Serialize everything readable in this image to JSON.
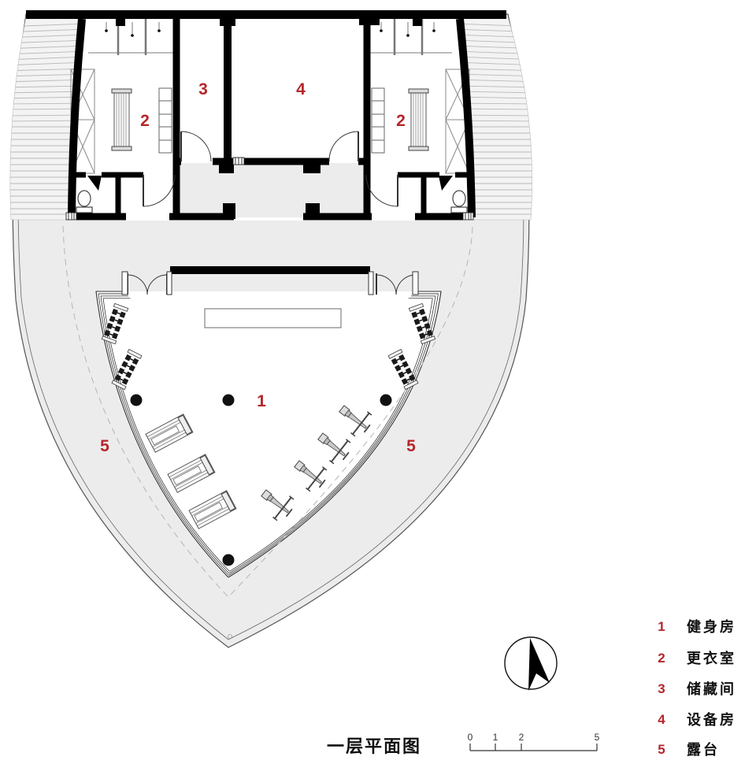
{
  "title": "一层平面图",
  "legend": {
    "items": [
      {
        "num": "1",
        "label": "健身房"
      },
      {
        "num": "2",
        "label": "更衣室"
      },
      {
        "num": "3",
        "label": "储藏间"
      },
      {
        "num": "4",
        "label": "设备房"
      },
      {
        "num": "5",
        "label": "露台"
      }
    ]
  },
  "plan_labels": {
    "room1": "1",
    "room2_left": "2",
    "room2_right": "2",
    "room3": "3",
    "room4": "4",
    "terrace_left": "5",
    "terrace_right": "5"
  },
  "scale_bar": {
    "ticks": [
      "0",
      "1",
      "2",
      "5"
    ]
  },
  "colors": {
    "accent_red": "#b5262c",
    "terrace_gray": "#ececec",
    "stair_band_gray": "#f3f3f3",
    "wall_black": "#000000"
  },
  "icons": {
    "north_arrow": "north-arrow"
  }
}
